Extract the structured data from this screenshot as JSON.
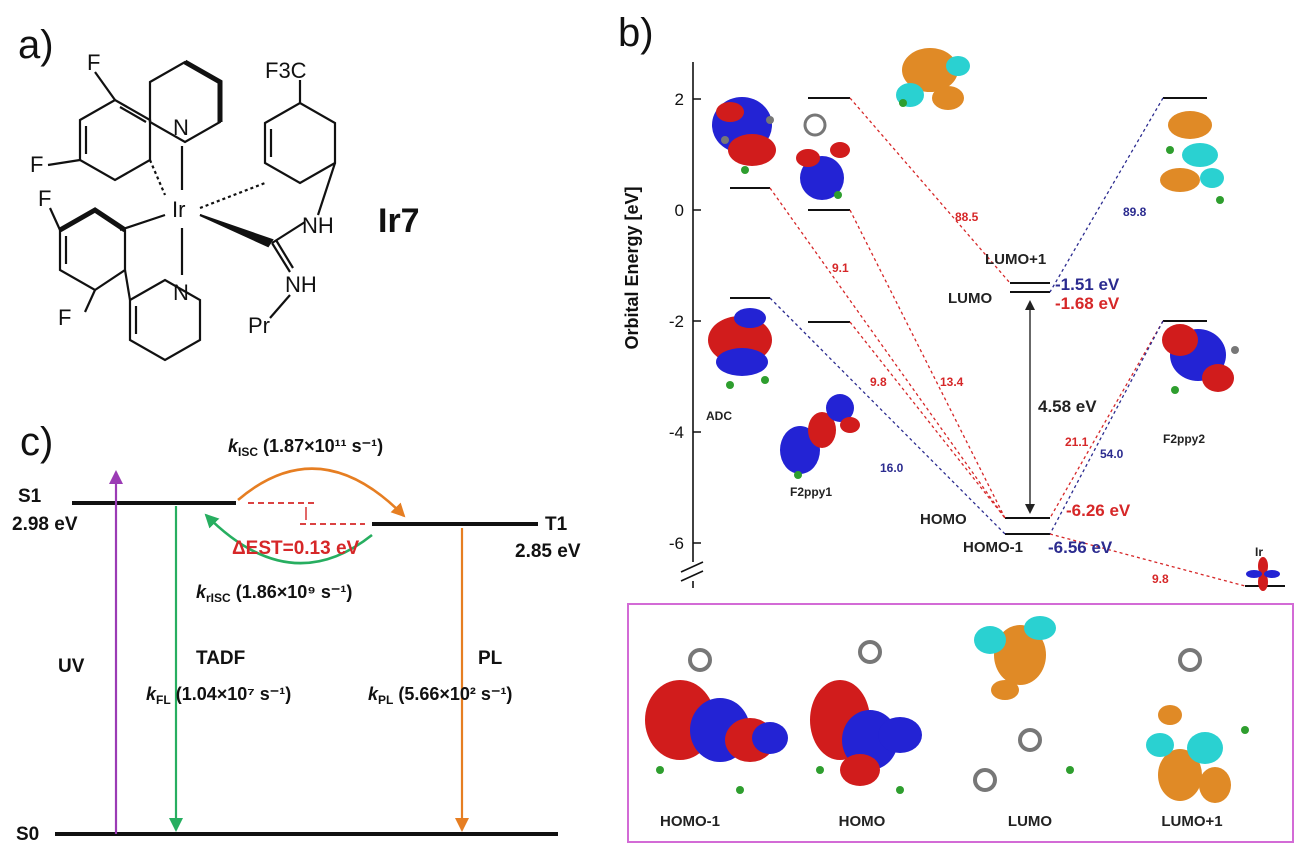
{
  "panels": {
    "a": "a)",
    "b": "b)",
    "c": "c)"
  },
  "molecule": {
    "name": "Ir7",
    "atoms": {
      "F1": "F",
      "F2": "F",
      "F3": "F",
      "F4": "F",
      "CF3": "F3C",
      "Ir": "Ir",
      "N1": "N",
      "N2": "N",
      "NH1": "NH",
      "NH2": "NH",
      "Pr": "Pr"
    }
  },
  "diagram": {
    "y_axis_label": "Orbital Energy [eV]",
    "y_ticks": [
      "2",
      "0",
      "-2",
      "-4",
      "-6"
    ],
    "fragments": {
      "adc": "ADC",
      "f2ppy1": "F2ppy1",
      "f2ppy2": "F2ppy2",
      "ir": "Ir"
    },
    "orbitals": {
      "lumo1": "LUMO+1",
      "lumo": "LUMO",
      "homo": "HOMO",
      "homo1": "HOMO-1"
    },
    "energies": {
      "lumo1": "-1.51 eV",
      "lumo": "-1.68 eV",
      "homo": "-6.26 eV",
      "homo1": "-6.56 eV"
    },
    "gap": "4.58 eV",
    "contributions": [
      {
        "value": "88.5",
        "color": "#d62728"
      },
      {
        "value": "89.8",
        "color": "#2b2b8f"
      },
      {
        "value": "9.1",
        "color": "#d62728"
      },
      {
        "value": "9.8",
        "color": "#d62728"
      },
      {
        "value": "13.4",
        "color": "#d62728"
      },
      {
        "value": "16.0",
        "color": "#2b2b8f"
      },
      {
        "value": "21.1",
        "color": "#d62728"
      },
      {
        "value": "54.0",
        "color": "#2b2b8f"
      },
      {
        "value": "9.8",
        "color": "#d62728"
      }
    ],
    "bottom_labels": [
      "HOMO-1",
      "HOMO",
      "LUMO",
      "LUMO+1"
    ],
    "colors": {
      "red": "#d62728",
      "blue": "#2b2b8f",
      "box": "#d36bd6"
    }
  },
  "jablonski": {
    "s1": "S1",
    "s1_energy": "2.98 eV",
    "t1": "T1",
    "t1_energy": "2.85 eV",
    "s0": "S0",
    "uv": "UV",
    "tadf": "TADF",
    "pl": "PL",
    "k_isc": "(1.87×10¹¹ s⁻¹)",
    "k_risc": "(1.86×10⁹ s⁻¹)",
    "k_fl": "(1.04×10⁷ s⁻¹)",
    "k_pl": "(5.66×10² s⁻¹)",
    "delta_est": "ΔEST=0.13 eV",
    "colors": {
      "uv": "#9b3bb5",
      "green": "#27ae60",
      "orange": "#e67e22",
      "red": "#d62728"
    }
  }
}
